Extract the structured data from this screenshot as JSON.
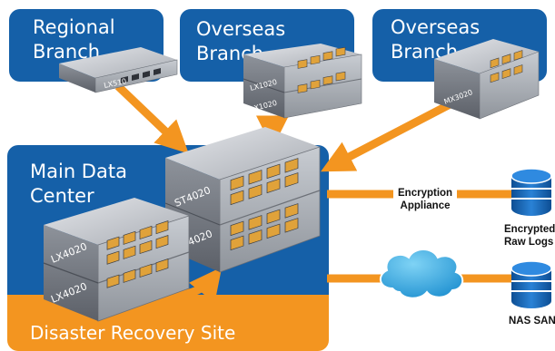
{
  "locations": {
    "regional_branch": "Regional\nBranch",
    "overseas_branch_1": "Overseas\nBranch",
    "overseas_branch_2": "Overseas\nBranch",
    "main_data_center": "Main Data\nCenter",
    "disaster_recovery_site": "Disaster Recovery Site"
  },
  "servers": {
    "regional": "LX510",
    "overseas_1_top": "LX1020",
    "overseas_1_bottom": "LX1020",
    "overseas_2": "MX3020",
    "main_top": "ST4020",
    "main_bottom": "ST4020",
    "dr_top": "LX4020",
    "dr_bottom": "LX4020"
  },
  "nodes": {
    "encryption_appliance": "Encryption\nAppliance",
    "encrypted_raw_logs": "Encrypted\nRaw Logs",
    "nas_san": "NAS SAN"
  },
  "colors": {
    "blue": "#1560a8",
    "orange": "#f39520",
    "cylinder_blue": "#1a6cc0"
  }
}
